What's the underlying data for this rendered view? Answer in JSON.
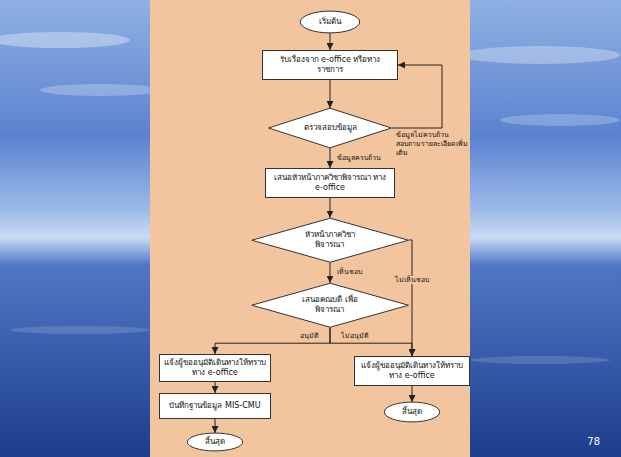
{
  "diagram": {
    "nodes": [
      {
        "text": [
          "เริ่มต้น"
        ]
      },
      {
        "text": [
          "รับเรื่องจาก e-office หรือทางราชการ"
        ]
      },
      {
        "text": [
          "ตรวจสอบข้อมูล"
        ]
      },
      {
        "text": [
          "เสนอหัวหน้าภาควิชาพิจารณา ทาง e-office"
        ]
      },
      {
        "text": [
          "หัวหน้าภาควิชา พิจารณา"
        ]
      },
      {
        "text": [
          "เสนอคณบดี เพื่อพิจารณา"
        ]
      },
      {
        "text": [
          "แจ้งผู้ขออนุมัติเดินทางให้ทราบ ทาง e-office"
        ]
      },
      {
        "text": [
          "บันทึกฐานข้อมูล MIS-CMU"
        ]
      },
      {
        "text": [
          "สิ้นสุด"
        ]
      },
      {
        "text": [
          "แจ้งผู้ขออนุมัติเดินทางให้ทราบ ทาง e-office"
        ]
      },
      {
        "text": [
          "สิ้นสุด"
        ]
      }
    ],
    "edges": [
      {
        "from": 0,
        "to": 1,
        "arrow": "to"
      },
      {
        "from": 1,
        "to": 2,
        "arrow": "to"
      },
      {
        "from": 2,
        "to": 1,
        "label": "ข้อมูลไม่ครบถ้วน สอบถามรายละเอียดเพิ่มเติม",
        "arrow": "to"
      },
      {
        "from": 2,
        "to": 3,
        "label": "ข้อมูลครบถ้วน",
        "arrow": "to"
      },
      {
        "from": 3,
        "to": 4,
        "arrow": "to"
      },
      {
        "from": 4,
        "to": 5,
        "label": "เห็นชอบ",
        "arrow": "to"
      },
      {
        "from": 4,
        "to": 9,
        "label": "ไม่เห็นชอบ",
        "arrow": "to"
      },
      {
        "from": 5,
        "to": 6,
        "label": "อนุมัติ",
        "arrow": "to"
      },
      {
        "from": 5,
        "to": 9,
        "label": "ไม่อนุมัติ",
        "arrow": "to"
      },
      {
        "from": 6,
        "to": 7,
        "arrow": "to"
      },
      {
        "from": 7,
        "to": 8,
        "arrow": "to"
      },
      {
        "from": 9,
        "to": 10,
        "arrow": "to"
      }
    ],
    "labels": [
      "78"
    ]
  }
}
